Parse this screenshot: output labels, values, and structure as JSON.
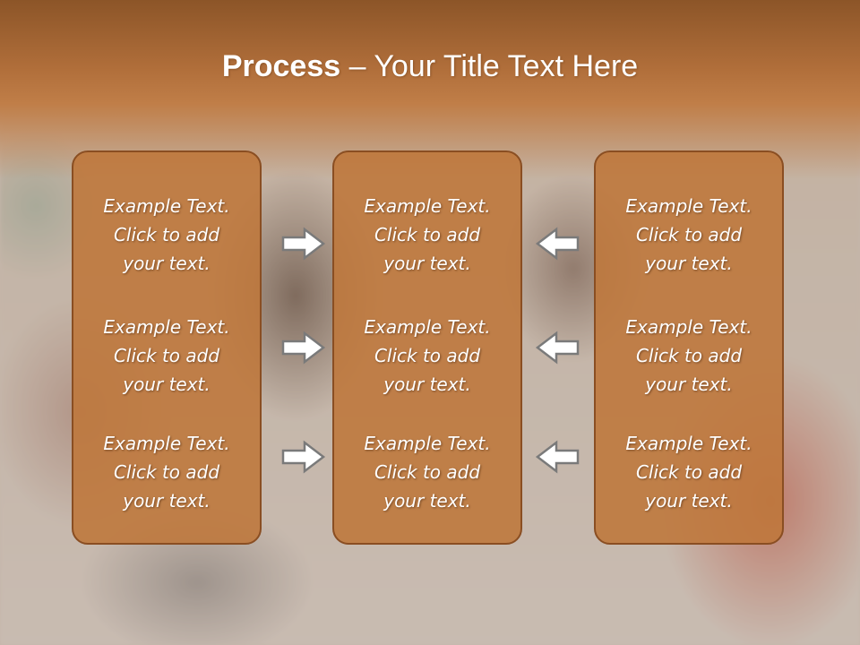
{
  "title": {
    "bold": "Process",
    "rest": " – Your Title Text Here"
  },
  "columns": [
    {
      "items": [
        {
          "line1": "Example Text.",
          "line2": "Click  to add",
          "line3": "your text."
        },
        {
          "line1": "Example Text.",
          "line2": "Click  to add",
          "line3": "your text."
        },
        {
          "line1": "Example Text.",
          "line2": "Click  to add",
          "line3": "your text."
        }
      ]
    },
    {
      "items": [
        {
          "line1": "Example Text.",
          "line2": "Click  to add",
          "line3": "your text."
        },
        {
          "line1": "Example Text.",
          "line2": "Click  to add",
          "line3": "your text."
        },
        {
          "line1": "Example Text.",
          "line2": "Click  to add",
          "line3": "your text."
        }
      ]
    },
    {
      "items": [
        {
          "line1": "Example Text.",
          "line2": "Click  to add",
          "line3": "your text."
        },
        {
          "line1": "Example Text.",
          "line2": "Click  to add",
          "line3": "your text."
        },
        {
          "line1": "Example Text.",
          "line2": "Click  to add",
          "line3": "your text."
        }
      ]
    }
  ],
  "icons": {
    "arrow_left_column": "arrow-right-icon",
    "arrow_right_column": "arrow-left-icon"
  },
  "colors": {
    "title_band": "#b06e3a",
    "box_fill": "#be763a",
    "box_border": "#8a4e22",
    "text": "#ffffff",
    "arrow_fill": "#ffffff",
    "arrow_stroke": "#7a7a7a"
  }
}
